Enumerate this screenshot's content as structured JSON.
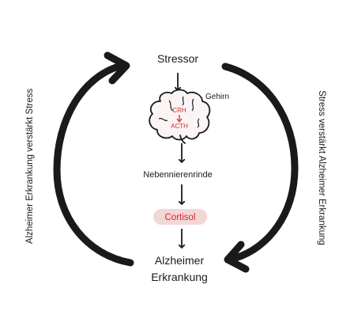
{
  "diagram": {
    "stressor": "Stressor",
    "brain_label": "Gehirn",
    "crh": "CRH",
    "acth": "ACTH",
    "adrenal": "Nebennierenrinde",
    "cortisol": "Cortisol",
    "outcome_line1": "Alzheimer",
    "outcome_line2": "Erkrankung",
    "left_loop_label": "Alzheimer Erkrankung verstärkt Stress",
    "right_loop_label": "Stress verstärkt Alzheimer Erkrankung",
    "colors": {
      "ink": "#1a1a1a",
      "hormone_red": "#d9262c",
      "cortisol_pill": "#f2d7d7",
      "brain_fill": "#fbf4f4"
    }
  }
}
